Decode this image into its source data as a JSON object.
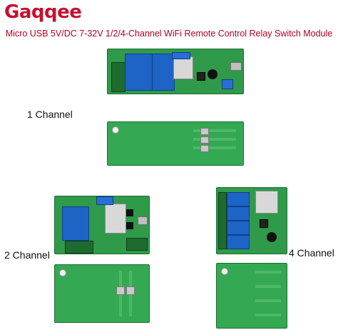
{
  "brand": {
    "logo_text": "Gaqqee"
  },
  "headline": "Micro USB 5V/DC 7-32V 1/2/4-Channel WiFi Remote Control Relay Switch Module",
  "labels": {
    "one_channel": "1 Channel",
    "two_channel": "2 Channel",
    "four_channel": "4 Channel"
  },
  "colors": {
    "brand_red": "#c8102e",
    "headline_red": "#b00020",
    "pcb_green": "#2e9a4a",
    "relay_blue": "#1e63c6"
  }
}
